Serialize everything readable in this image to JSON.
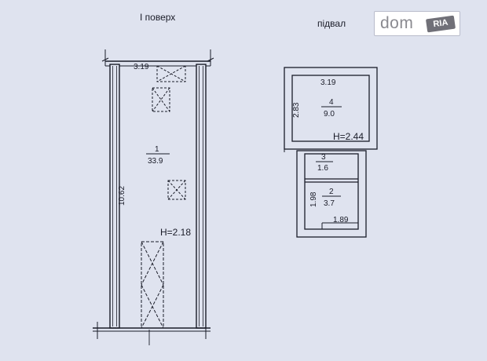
{
  "titles": {
    "ground_floor": "І поверх",
    "basement": "підвал"
  },
  "ground_floor": {
    "top_dimension": "3.19",
    "side_dimension": "10.62",
    "room_number": "1",
    "room_area": "33.9",
    "height": "H=2.18"
  },
  "basement": {
    "room4": {
      "number": "4",
      "area": "9.0",
      "width": "3.19",
      "depth": "2.83"
    },
    "height": "H=2.44",
    "room3": {
      "number": "3",
      "area": "1.6"
    },
    "room2": {
      "number": "2",
      "area": "3.7",
      "depth": "1.98",
      "width": "1.89"
    }
  },
  "watermark": {
    "dom": "dom",
    "ria": "RIA"
  },
  "colors": {
    "paper": "#dfe3ef",
    "ink": "#1a1c28"
  }
}
